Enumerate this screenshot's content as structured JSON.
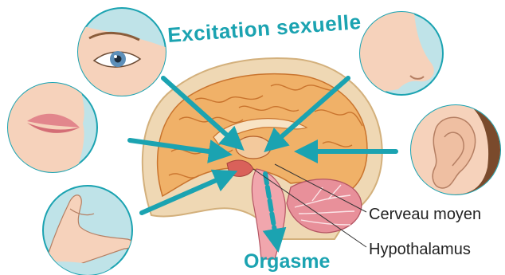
{
  "diagram": {
    "title": "Excitation sexuelle",
    "bottom_label": "Orgasme",
    "labels": [
      {
        "id": "midbrain",
        "text": "Cerveau moyen"
      },
      {
        "id": "hypothalamus",
        "text": "Hypothalamus"
      }
    ],
    "senses": [
      {
        "id": "eye",
        "icon": "eye-icon"
      },
      {
        "id": "nose",
        "icon": "nose-icon"
      },
      {
        "id": "mouth",
        "icon": "lips-icon"
      },
      {
        "id": "ear",
        "icon": "ear-icon"
      },
      {
        "id": "touch",
        "icon": "hand-icon"
      }
    ]
  },
  "colors": {
    "accent": "#1ba3b1",
    "circle_fill": "#bfe3e8",
    "skin": "#f6d2bb",
    "brain": "#f0b168",
    "brain_dark": "#c9742e",
    "cerebellum": "#e8909a",
    "skull": "#efd8b4"
  }
}
